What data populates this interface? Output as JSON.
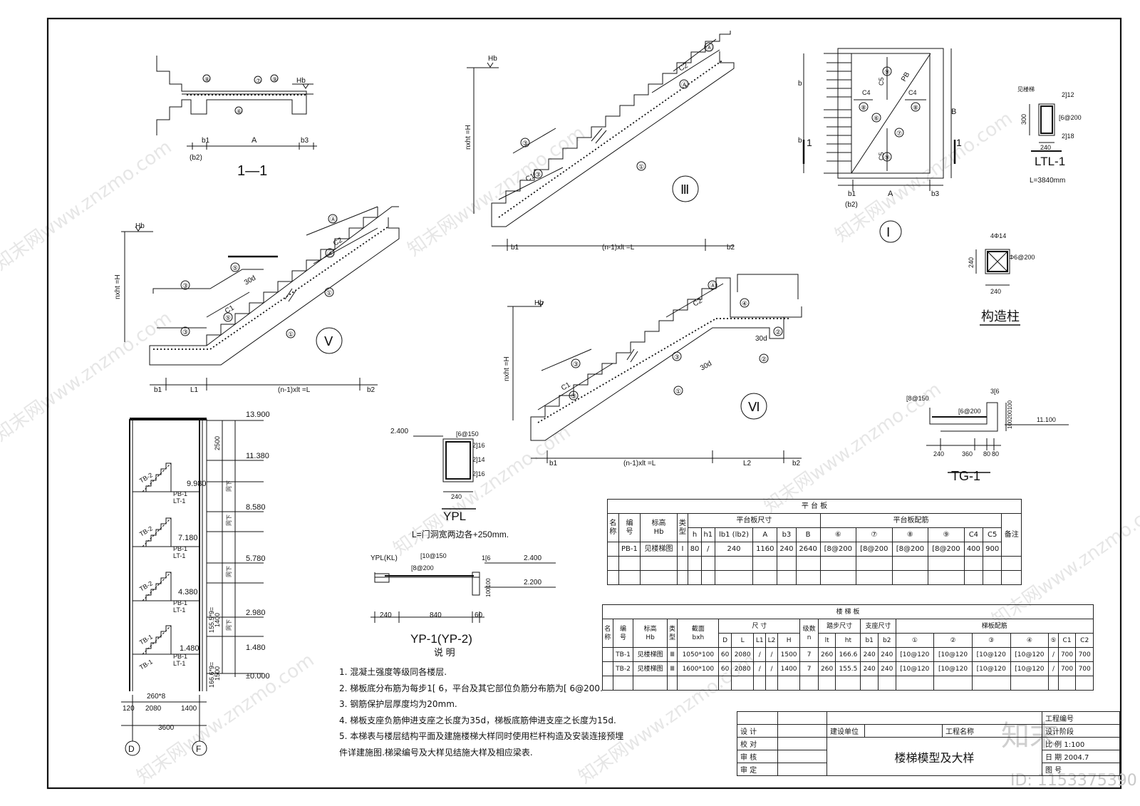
{
  "watermark": "知末网www.znzmo.com",
  "brand": {
    "logo": "知末",
    "id": "ID: 1153375390"
  },
  "labels": {
    "hb": "Hb",
    "nh": "nxht =H",
    "b1": "b1",
    "b2": "b2",
    "b3": "b3",
    "b1b2": "(b2)",
    "A": "A",
    "L1": "L1",
    "L2": "L2",
    "Lspan": "(n-1)xlt =L",
    "c1": "C1",
    "c2": "C2",
    "d30": "30d",
    "b": "b",
    "B": "B",
    "pb": "PB",
    "c4": "C4",
    "c5": "C5",
    "one": "1",
    "m1": "①",
    "m2": "②",
    "m3": "③",
    "m4": "④",
    "m5": "⑤",
    "m6": "⑥",
    "m7": "⑦",
    "m8": "⑧",
    "m9": "⑨",
    "mA": "Ⓐ"
  },
  "sections": {
    "s11": "1—1",
    "I": "Ⅰ",
    "III": "Ⅲ",
    "V": "Ⅴ",
    "VI": "Ⅵ"
  },
  "ltl": {
    "title": "LTL-1",
    "note": "见楼梯",
    "r1": "2]12",
    "r2": "[6@200",
    "r3": "2]18",
    "h": "300",
    "w": "240",
    "len": "L=3840mm"
  },
  "gzz": {
    "title": "构造柱",
    "top": "4Φ14",
    "side": "Φ6@200",
    "h": "240",
    "w": "240"
  },
  "tg": {
    "title": "TG-1",
    "r1": "[8@150",
    "r2": "[6@200",
    "r3": "3[6",
    "elev": "11.100",
    "d1": "240",
    "d2": "360",
    "d3": "80",
    "d4": "80",
    "v": "100200100"
  },
  "ypl": {
    "title": "YPL",
    "elev": "2.400",
    "r1": "[6@150",
    "r2": "2]16",
    "r3": "2]14",
    "r4": "2]16",
    "w": "240",
    "note": "L=门洞宽两边各+250mm."
  },
  "yp1": {
    "title": "YP-1(YP-2)",
    "tag": "YPL(KL)",
    "r1": "[10@150",
    "r2": "[8@200",
    "r3": "1[6",
    "e1": "2.400",
    "e2": "2.200",
    "d1": "240",
    "d2": "840",
    "d3": "60",
    "v": "100100"
  },
  "elevation": {
    "levels": [
      "13.900",
      "11.380",
      "9.980",
      "8.580",
      "7.180",
      "5.780",
      "4.380",
      "2.980",
      "1.480",
      "±0.000"
    ],
    "tags": [
      "TB-2",
      "PB-1",
      "LT-1"
    ],
    "tb1": "TB-1",
    "side": "同下",
    "dims": {
      "d2500": "2500",
      "d1400": "1400",
      "d1500": "1500",
      "v1": "155.5*9=",
      "v2": "166.6*9=",
      "steps": "260*8",
      "w120": "120",
      "w2080": "2080",
      "w1400": "1400",
      "w3600": "3600"
    },
    "axes": [
      "D",
      "F"
    ]
  },
  "platform_table": {
    "caption": "平    台    板",
    "head1": [
      "名",
      "编",
      "标高",
      "类",
      "平台板尺寸",
      "平台板配筋",
      "备注"
    ],
    "head2": [
      "称",
      "号",
      "Hb",
      "型",
      "h",
      "h1",
      "lb1 (lb2)",
      "A",
      "b3",
      "B",
      "⑥",
      "⑦",
      "⑧",
      "⑨",
      "C4",
      "C5"
    ],
    "row": [
      "PB-1",
      "见楼梯图",
      "Ⅰ",
      "80",
      "/",
      "240",
      "1160",
      "240",
      "2640",
      "[8@200",
      "[8@200",
      "[8@200",
      "[8@200",
      "400",
      "900",
      ""
    ]
  },
  "stair_table": {
    "caption": "楼    梯    板",
    "head1": [
      "名",
      "编",
      "标高",
      "类",
      "截面",
      "尺  寸",
      "级数",
      "踏步尺寸",
      "支座尺寸",
      "梯板配筋"
    ],
    "head2": [
      "称",
      "号",
      "Hb",
      "型",
      "bxh",
      "D",
      "L",
      "L1",
      "L2",
      "H",
      "n",
      "lt",
      "ht",
      "b1",
      "b2",
      "①",
      "②",
      "③",
      "④",
      "⑤",
      "C1",
      "C2"
    ],
    "rows": [
      [
        "TB-1",
        "见楼梯图",
        "Ⅲ",
        "1050*100",
        "60",
        "2080",
        "/",
        "/",
        "1500",
        "7",
        "260",
        "166.6",
        "240",
        "240",
        "[10@120",
        "[10@120",
        "[10@120",
        "[10@120",
        "/",
        "700",
        "700"
      ],
      [
        "TB-2",
        "见楼梯图",
        "Ⅲ",
        "1600*100",
        "60",
        "2080",
        "/",
        "/",
        "1400",
        "7",
        "260",
        "155.5",
        "240",
        "240",
        "[10@120",
        "[10@120",
        "[10@120",
        "[10@120",
        "/",
        "700",
        "700"
      ]
    ]
  },
  "notes": {
    "title": "说    明",
    "items": [
      "1. 混凝土强度等级同各楼层.",
      "2. 梯板底分布筋为每步1[ 6，平台及其它部位负筋分布筋为[ 6@200.",
      "3. 钢筋保护层厚度均为20mm.",
      "4. 梯板支座负筋伸进支座之长度为35d，梯板底筋伸进支座之长度为15d.",
      "5. 本梯表与楼层结构平面及建施楼梯大样同时使用栏杆构造及安装连接预埋",
      "    件详建施图.梯梁编号及大样见结施大样及相应梁表."
    ]
  },
  "title_block": {
    "design": "设  计",
    "check": "校  对",
    "review": "审  核",
    "approve": "审  定",
    "client": "建设单位",
    "project": "工程名称",
    "drawing_title": "楼梯模型及大样",
    "proj_no": "工程编号",
    "phase": "设计阶段",
    "scale_label": "比  例",
    "scale": "1:100",
    "date_label": "日  期",
    "date": "2004.7",
    "sheet_label": "图  号"
  }
}
